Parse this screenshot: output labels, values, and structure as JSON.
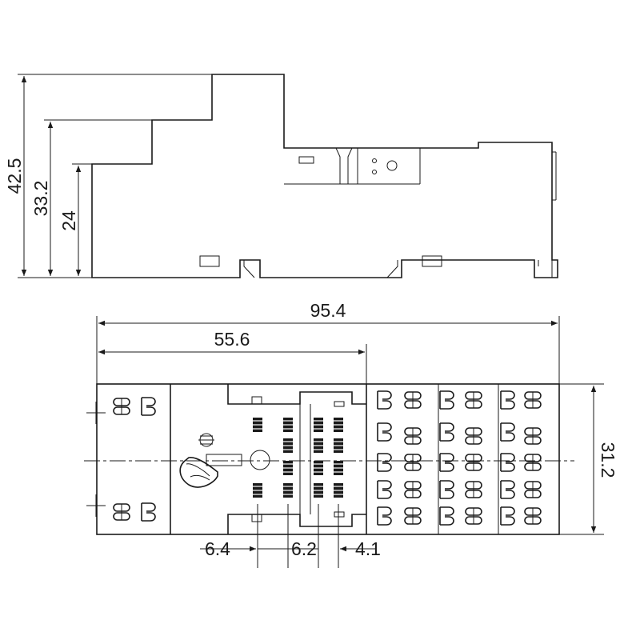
{
  "side_view": {
    "dimensions": {
      "overall_height": "42.5",
      "middle_step": "33.2",
      "low_step": "24"
    }
  },
  "top_view": {
    "dimensions": {
      "overall_length": "95.4",
      "partial_length": "55.6",
      "depth": "31.2",
      "pitch_left": "6.4",
      "pitch_middle": "6.2",
      "pitch_right": "4.1"
    }
  },
  "colors": {
    "line": "#1a1a1a",
    "background": "#ffffff"
  }
}
